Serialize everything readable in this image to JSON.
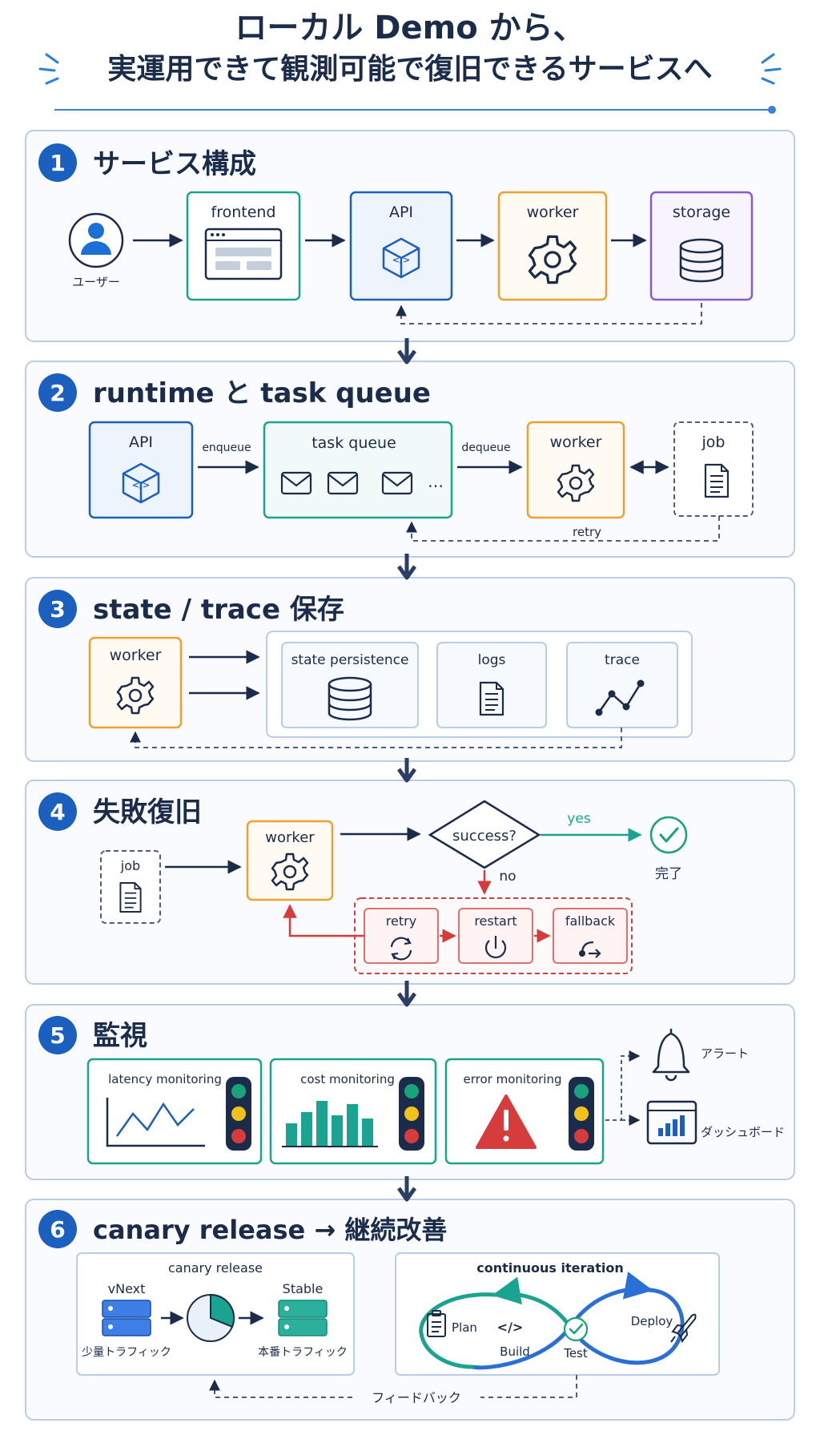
{
  "title": {
    "line1": "ローカル Demo から、",
    "line2": "実運用できて観測可能で復旧できるサービスへ"
  },
  "colors": {
    "navy": "#1b2b4a",
    "blue": "#1b5fbf",
    "teal": "#1aa390",
    "orange": "#f0a030",
    "purple": "#8a5bd0",
    "red": "#d63c3c",
    "green": "#1aa37a",
    "panel_border": "#b9cde6"
  },
  "sections": [
    {
      "number": "1",
      "title": "サービス構成"
    },
    {
      "number": "2",
      "title": "runtime と task queue"
    },
    {
      "number": "3",
      "title": "state / trace 保存"
    },
    {
      "number": "4",
      "title": "失敗復旧"
    },
    {
      "number": "5",
      "title": "監視"
    },
    {
      "number": "6",
      "title": "canary release → 継続改善"
    }
  ],
  "s1": {
    "user_label": "ユーザー",
    "frontend": "frontend",
    "api": "API",
    "worker": "worker",
    "storage": "storage"
  },
  "s2": {
    "api": "API",
    "enqueue": "enqueue",
    "queue": "task queue",
    "ellipsis": "…",
    "dequeue": "dequeue",
    "worker": "worker",
    "job": "job",
    "retry": "retry"
  },
  "s3": {
    "worker": "worker",
    "state": "state persistence",
    "logs": "logs",
    "trace": "trace"
  },
  "s4": {
    "job": "job",
    "worker": "worker",
    "decision": "success?",
    "yes": "yes",
    "no": "no",
    "done": "完了",
    "retry": "retry",
    "restart": "restart",
    "fallback": "fallback"
  },
  "s5": {
    "latency": "latency monitoring",
    "cost": "cost monitoring",
    "error": "error monitoring",
    "alert": "アラート",
    "dashboard": "ダッシュボード"
  },
  "s6": {
    "canary_title": "canary release",
    "vnext": "vNext",
    "stable": "Stable",
    "small_traffic": "少量トラフィック",
    "main_traffic": "本番トラフィック",
    "iteration_title": "continuous  iteration",
    "plan": "Plan",
    "build": "Build",
    "test": "Test",
    "deploy": "Deploy",
    "feedback": "フィードバック"
  }
}
